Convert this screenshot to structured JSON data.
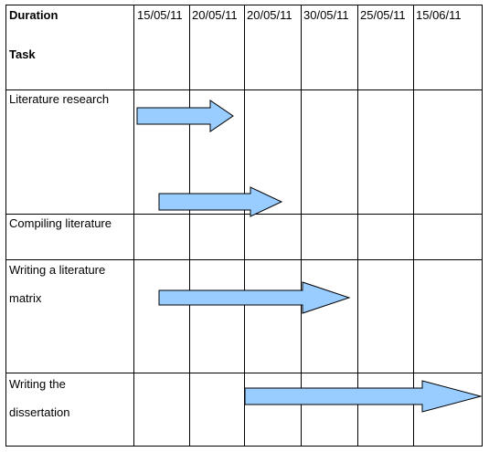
{
  "header": {
    "duration_label": "Duration",
    "task_label": "Task",
    "dates": [
      "15/05/11",
      "20/05/11",
      "20/05/11",
      "30/05/11",
      "25/05/11",
      "15/06/11"
    ]
  },
  "tasks": [
    {
      "name": "Literature research"
    },
    {
      "name": "Compiling literature"
    },
    {
      "name_line1": "Writing a literature",
      "name_line2": "matrix"
    },
    {
      "name_line1": "Writing the",
      "name_line2": "dissertation"
    }
  ],
  "arrow_color": "#99ccff",
  "arrow_icon": "right-arrow-icon"
}
